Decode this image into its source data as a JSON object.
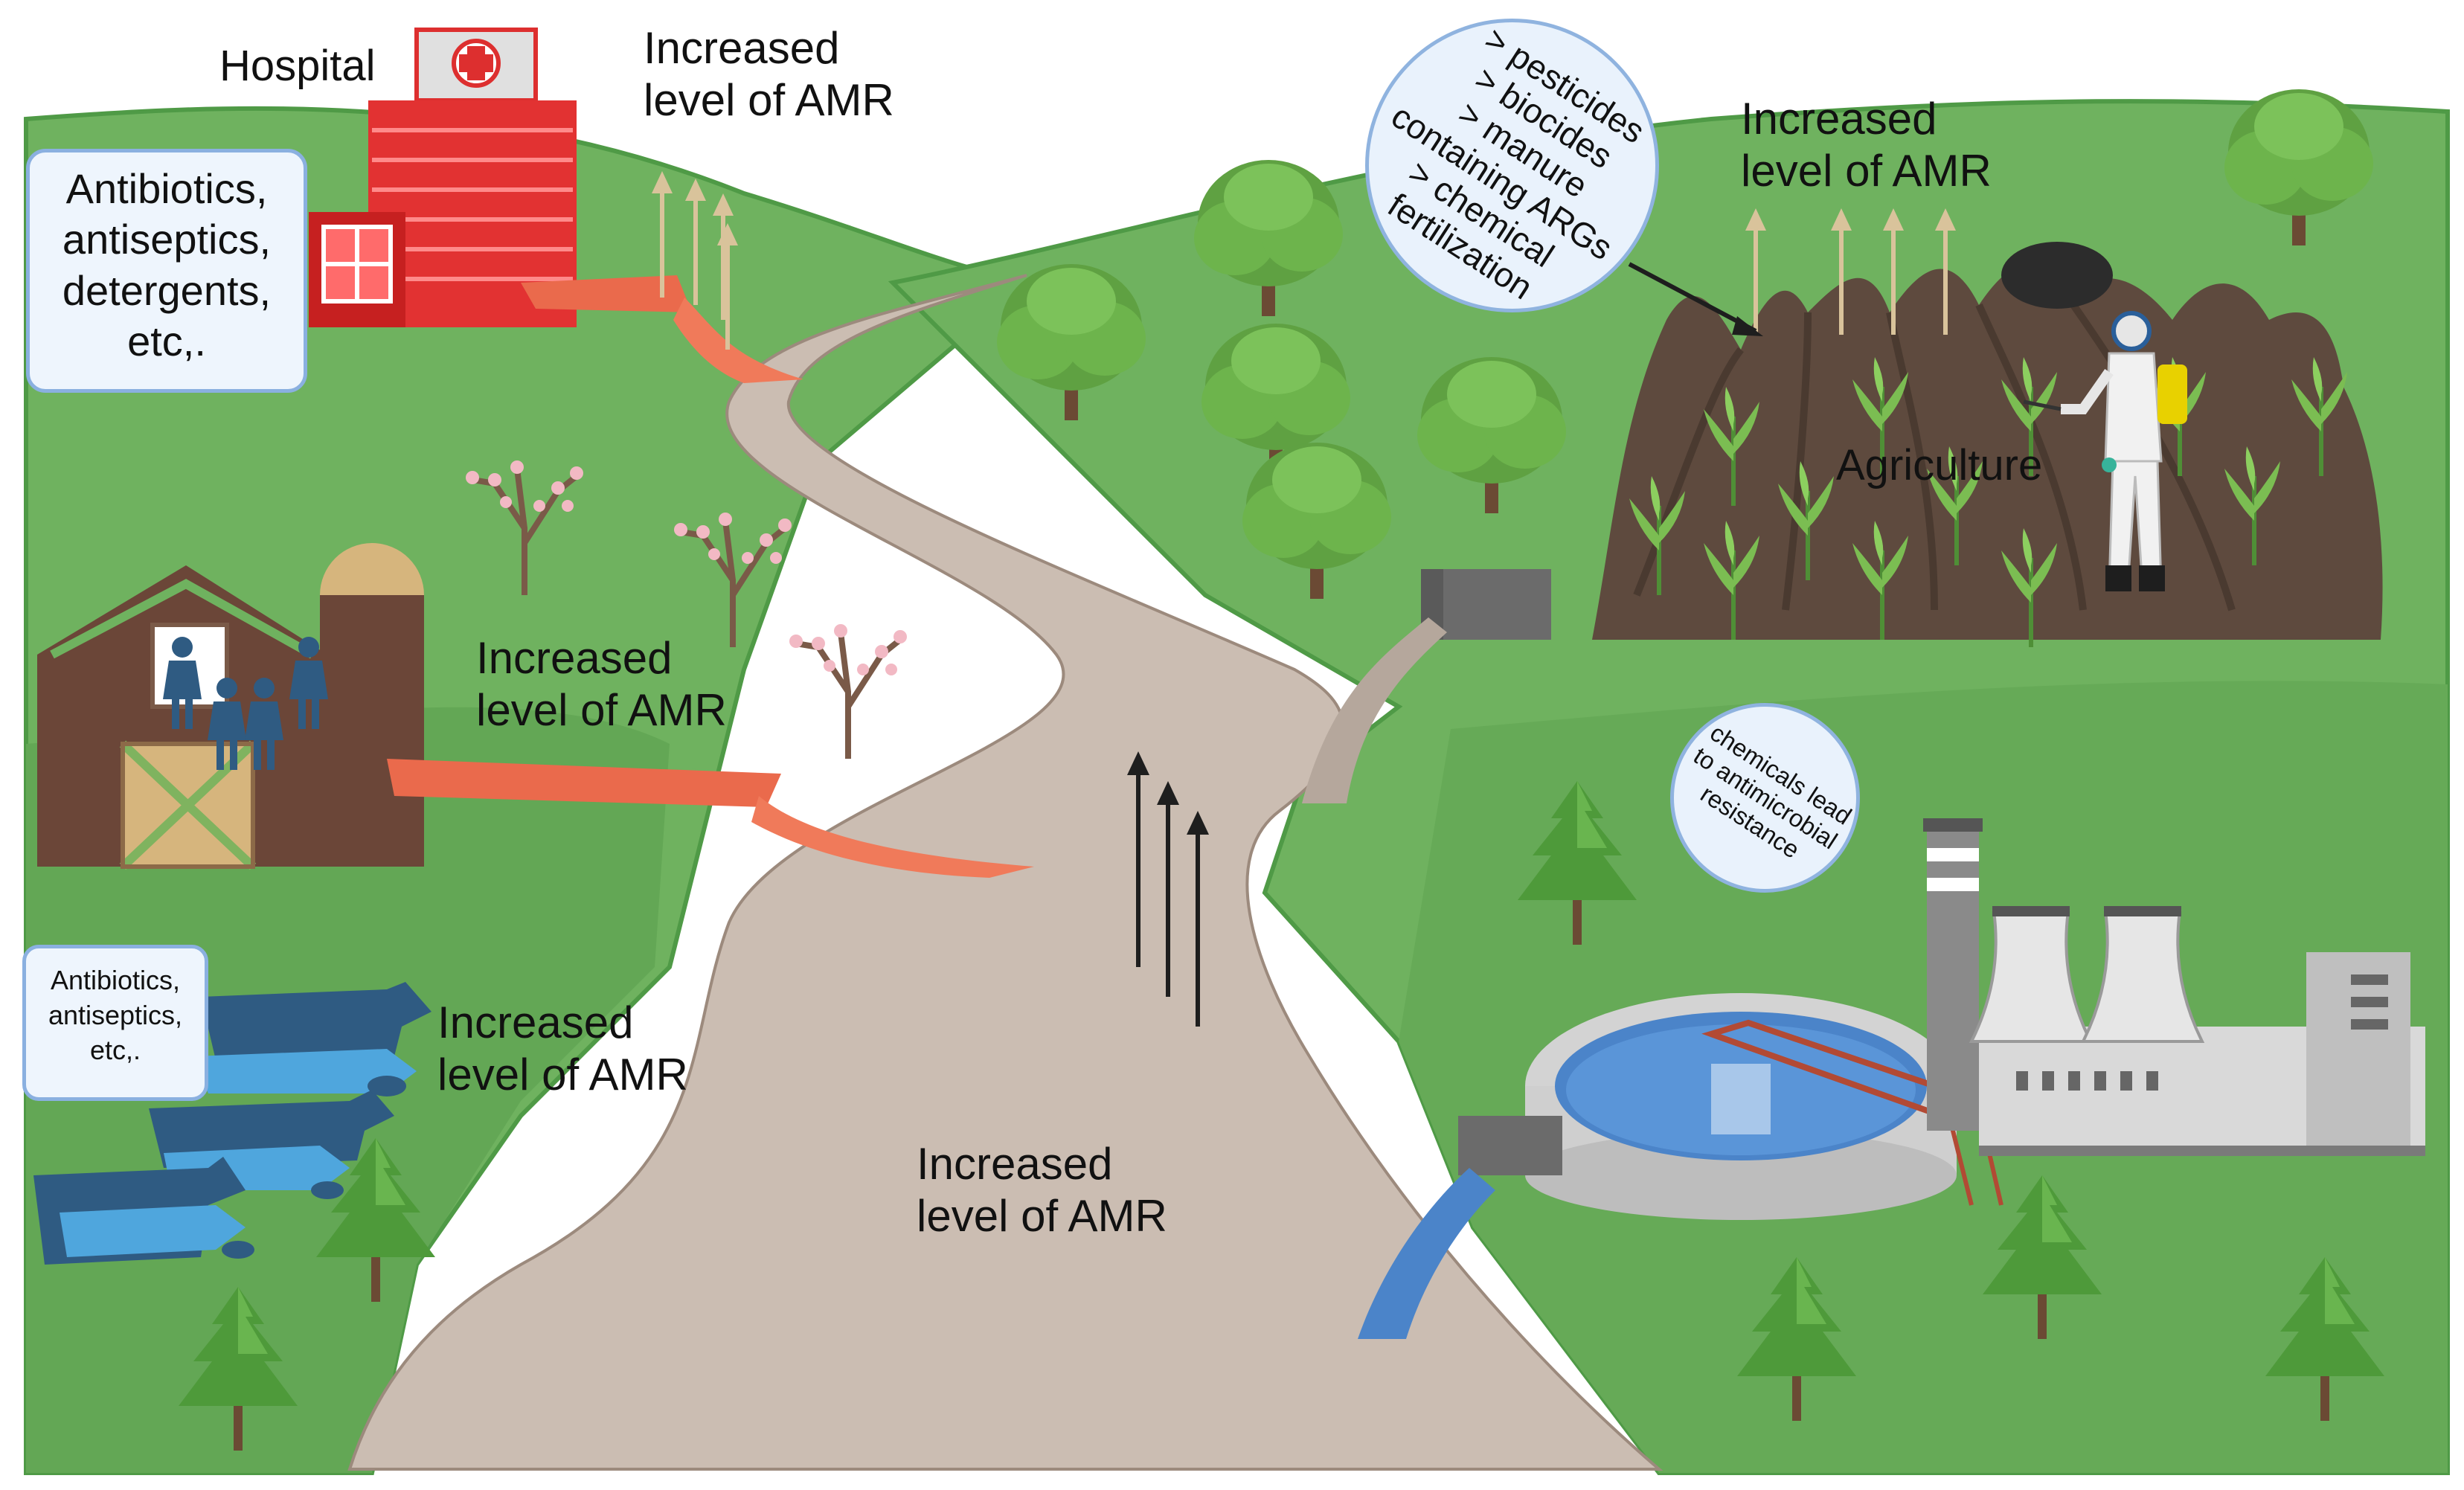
{
  "labels": {
    "hospital": "Hospital",
    "agriculture": "Agriculture",
    "amr_hospital": [
      "Increased",
      "level of AMR"
    ],
    "amr_farm": [
      "Increased",
      "level of AMR"
    ],
    "amr_livestock": [
      "Increased",
      "level of AMR"
    ],
    "amr_road": [
      "Increased",
      "level of AMR"
    ],
    "amr_agriculture": [
      "Increased",
      "level of AMR"
    ]
  },
  "boxes": {
    "hospital_inputs": [
      "Antibiotics,",
      "antiseptics,",
      "detergents,",
      "etc,."
    ],
    "livestock_inputs": [
      "Antibiotics,",
      "antiseptics,",
      "etc,."
    ]
  },
  "bubbles": {
    "agri_inputs": [
      "> pesticides",
      "> biocides",
      "> manure",
      "containing ARGs",
      "> chemical",
      "fertilization"
    ],
    "industry_note": [
      "chemicals lead",
      "to antimicrobial",
      "resistance"
    ]
  },
  "colors": {
    "grass": "#6fb25f",
    "grass_edge": "#4f9a46",
    "road": "#cbbdb2",
    "effluent": "#ea6a4c",
    "hospital": "#dd2f2f",
    "barn": "#6b4638",
    "soil": "#5e4a3e",
    "water": "#4b84c9",
    "arrow_up_light": "#d9c39b",
    "arrow_up_dark": "#1e1e1e",
    "livestock": "#3a6ea5"
  },
  "icons": [
    "hospital-icon",
    "barn-icon",
    "family-icon",
    "livestock-icon",
    "tree-icon",
    "farmer-sprayer-icon",
    "soil-mound-icon",
    "drain-pipe-icon",
    "treatment-tank-icon",
    "factory-icon",
    "cooling-tower-icon",
    "arrow-up-icon"
  ]
}
